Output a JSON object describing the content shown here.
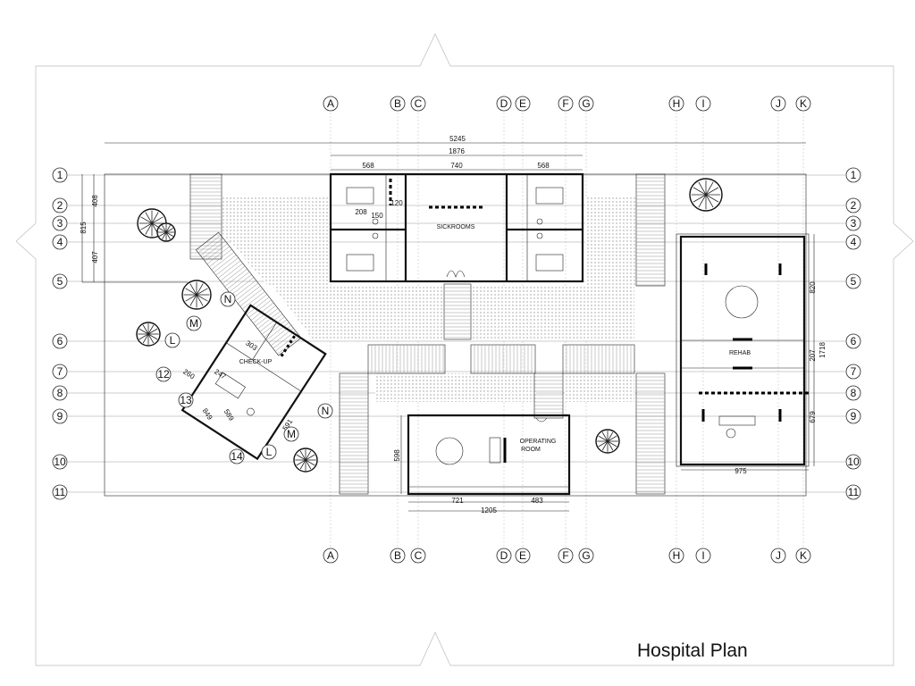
{
  "title": "Hospital Plan",
  "columns": [
    "A",
    "B",
    "C",
    "D",
    "E",
    "F",
    "G",
    "H",
    "I",
    "J",
    "K"
  ],
  "rows": [
    "1",
    "2",
    "3",
    "4",
    "5",
    "6",
    "7",
    "8",
    "9",
    "10",
    "11"
  ],
  "rooms": {
    "sickrooms": "SICKROOMS",
    "checkup": "CHECK-UP",
    "rehab": "REHAB",
    "operating_1": "OPERATING",
    "operating_2": "ROOM"
  },
  "dimensions": {
    "total_width": "5245",
    "sick_block": "1876",
    "sick_left": "568",
    "sick_center": "740",
    "sick_right": "568",
    "sick_208": "208",
    "sick_150": "150",
    "sick_120": "120",
    "left_408": "408",
    "left_815": "815",
    "left_407": "407",
    "rehab_820": "820",
    "rehab_1718": "1718",
    "rehab_207": "207",
    "rehab_679": "679",
    "rehab_975": "975",
    "or_598": "598",
    "or_721": "721",
    "or_483": "483",
    "or_1205": "1205",
    "checkup_303": "303",
    "checkup_260": "260",
    "checkup_247": "247",
    "checkup_849": "849",
    "checkup_589": "589",
    "checkup_591": "591"
  },
  "rotated_grid": {
    "n_top": "N",
    "m_top": "M",
    "l_top": "L",
    "r12": "12",
    "r13": "13",
    "r14": "14",
    "n_bottom": "N",
    "m_bottom": "M",
    "l_bottom": "L"
  }
}
